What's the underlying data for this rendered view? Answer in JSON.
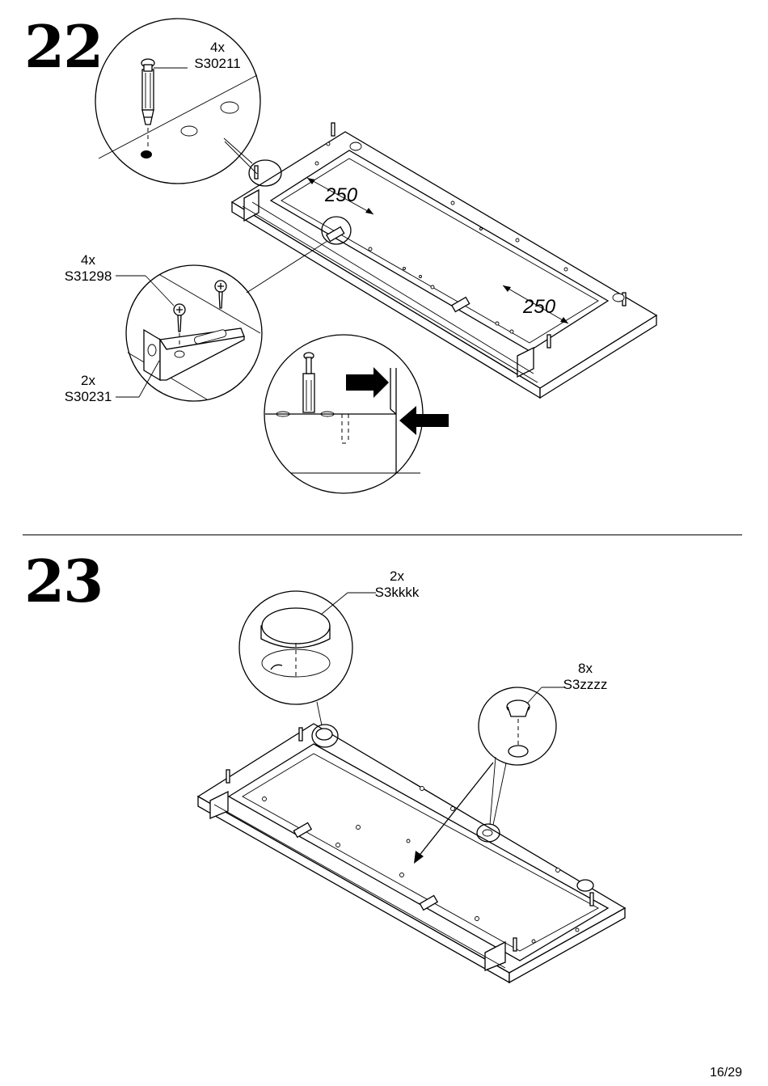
{
  "steps": [
    {
      "number": "22",
      "callouts": [
        {
          "qty": "4x",
          "part": "S30211"
        },
        {
          "qty": "4x",
          "part": "S31298"
        },
        {
          "qty": "2x",
          "part": "S30231"
        }
      ],
      "dimensions": [
        "250",
        "250"
      ]
    },
    {
      "number": "23",
      "callouts": [
        {
          "qty": "2x",
          "part": "S3kkkk"
        },
        {
          "qty": "8x",
          "part": "S3zzzz"
        }
      ]
    }
  ],
  "page": {
    "number": "16/29"
  }
}
